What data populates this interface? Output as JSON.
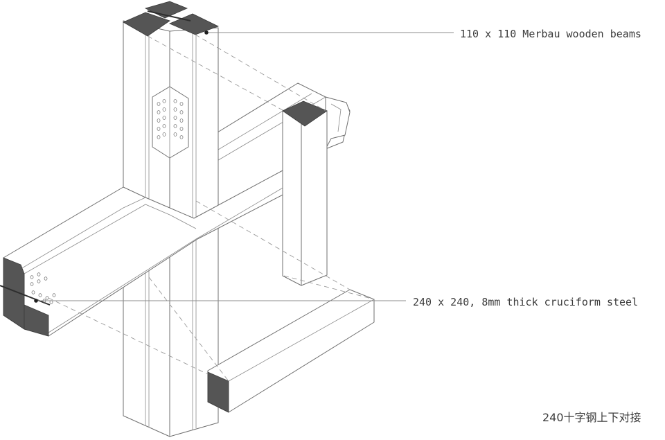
{
  "annotations": {
    "top": "110 x 110 Merbau wooden beams",
    "middle": "240 x 240, 8mm thick cruciform steel"
  },
  "caption": "240十字钢上下对接",
  "colors": {
    "line": "#6f6f6f",
    "section_fill": "#555555",
    "text": "#3b3b3b"
  }
}
